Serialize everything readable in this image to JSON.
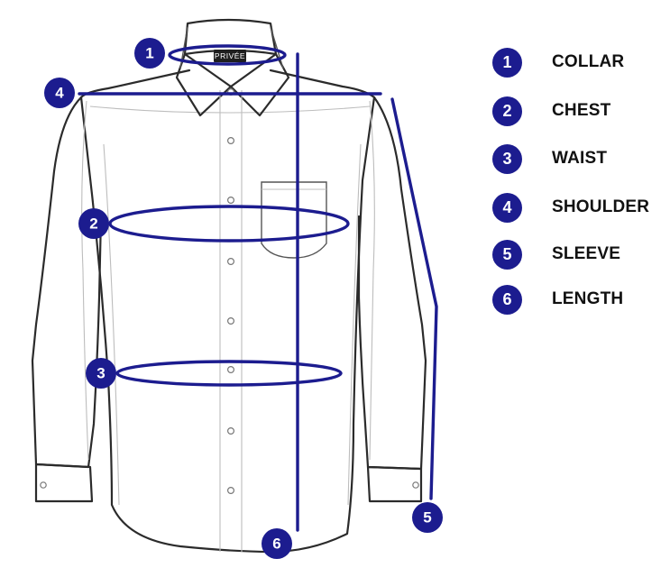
{
  "brand_label": "PRIVÉE",
  "colors": {
    "accent": "#1c1c8f",
    "outline": "#2b2b2b",
    "background": "#ffffff"
  },
  "markers": [
    {
      "number": "1",
      "label": "COLLAR"
    },
    {
      "number": "2",
      "label": "CHEST"
    },
    {
      "number": "3",
      "label": "WAIST"
    },
    {
      "number": "4",
      "label": "SHOULDER"
    },
    {
      "number": "5",
      "label": "SLEEVE"
    },
    {
      "number": "6",
      "label": "LENGTH"
    }
  ]
}
